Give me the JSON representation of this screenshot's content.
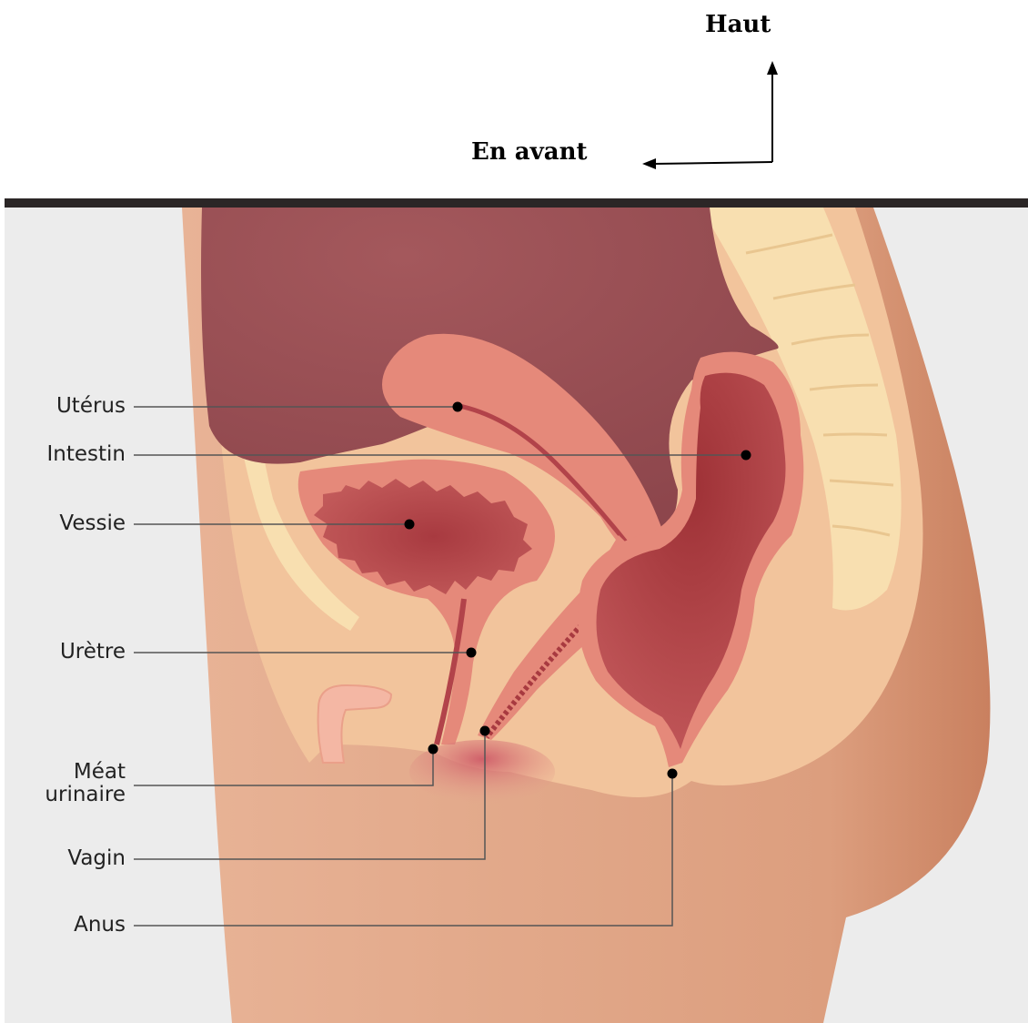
{
  "orientation": {
    "up_label": "Haut",
    "forward_label": "En avant"
  },
  "labels": [
    {
      "id": "uterus",
      "text": "Utérus"
    },
    {
      "id": "intestin",
      "text": "Intestin"
    },
    {
      "id": "vessie",
      "text": "Vessie"
    },
    {
      "id": "uretre",
      "text": "Urètre"
    },
    {
      "id": "meat",
      "text": "Méat urinaire",
      "line1": "Méat",
      "line2": "urinaire"
    },
    {
      "id": "vagin",
      "text": "Vagin"
    },
    {
      "id": "anus",
      "text": "Anus"
    }
  ],
  "colors": {
    "background_panel": "#ececec",
    "top_bar": "#2b2626",
    "skin": "#e0a484",
    "flesh": "#f2c49c",
    "bone": "#f8dfb0",
    "intestine_mass": "#9a4f54",
    "organ_wall": "#e5897a",
    "organ_lumen": "#b2434a",
    "leader_line": "#555555"
  }
}
